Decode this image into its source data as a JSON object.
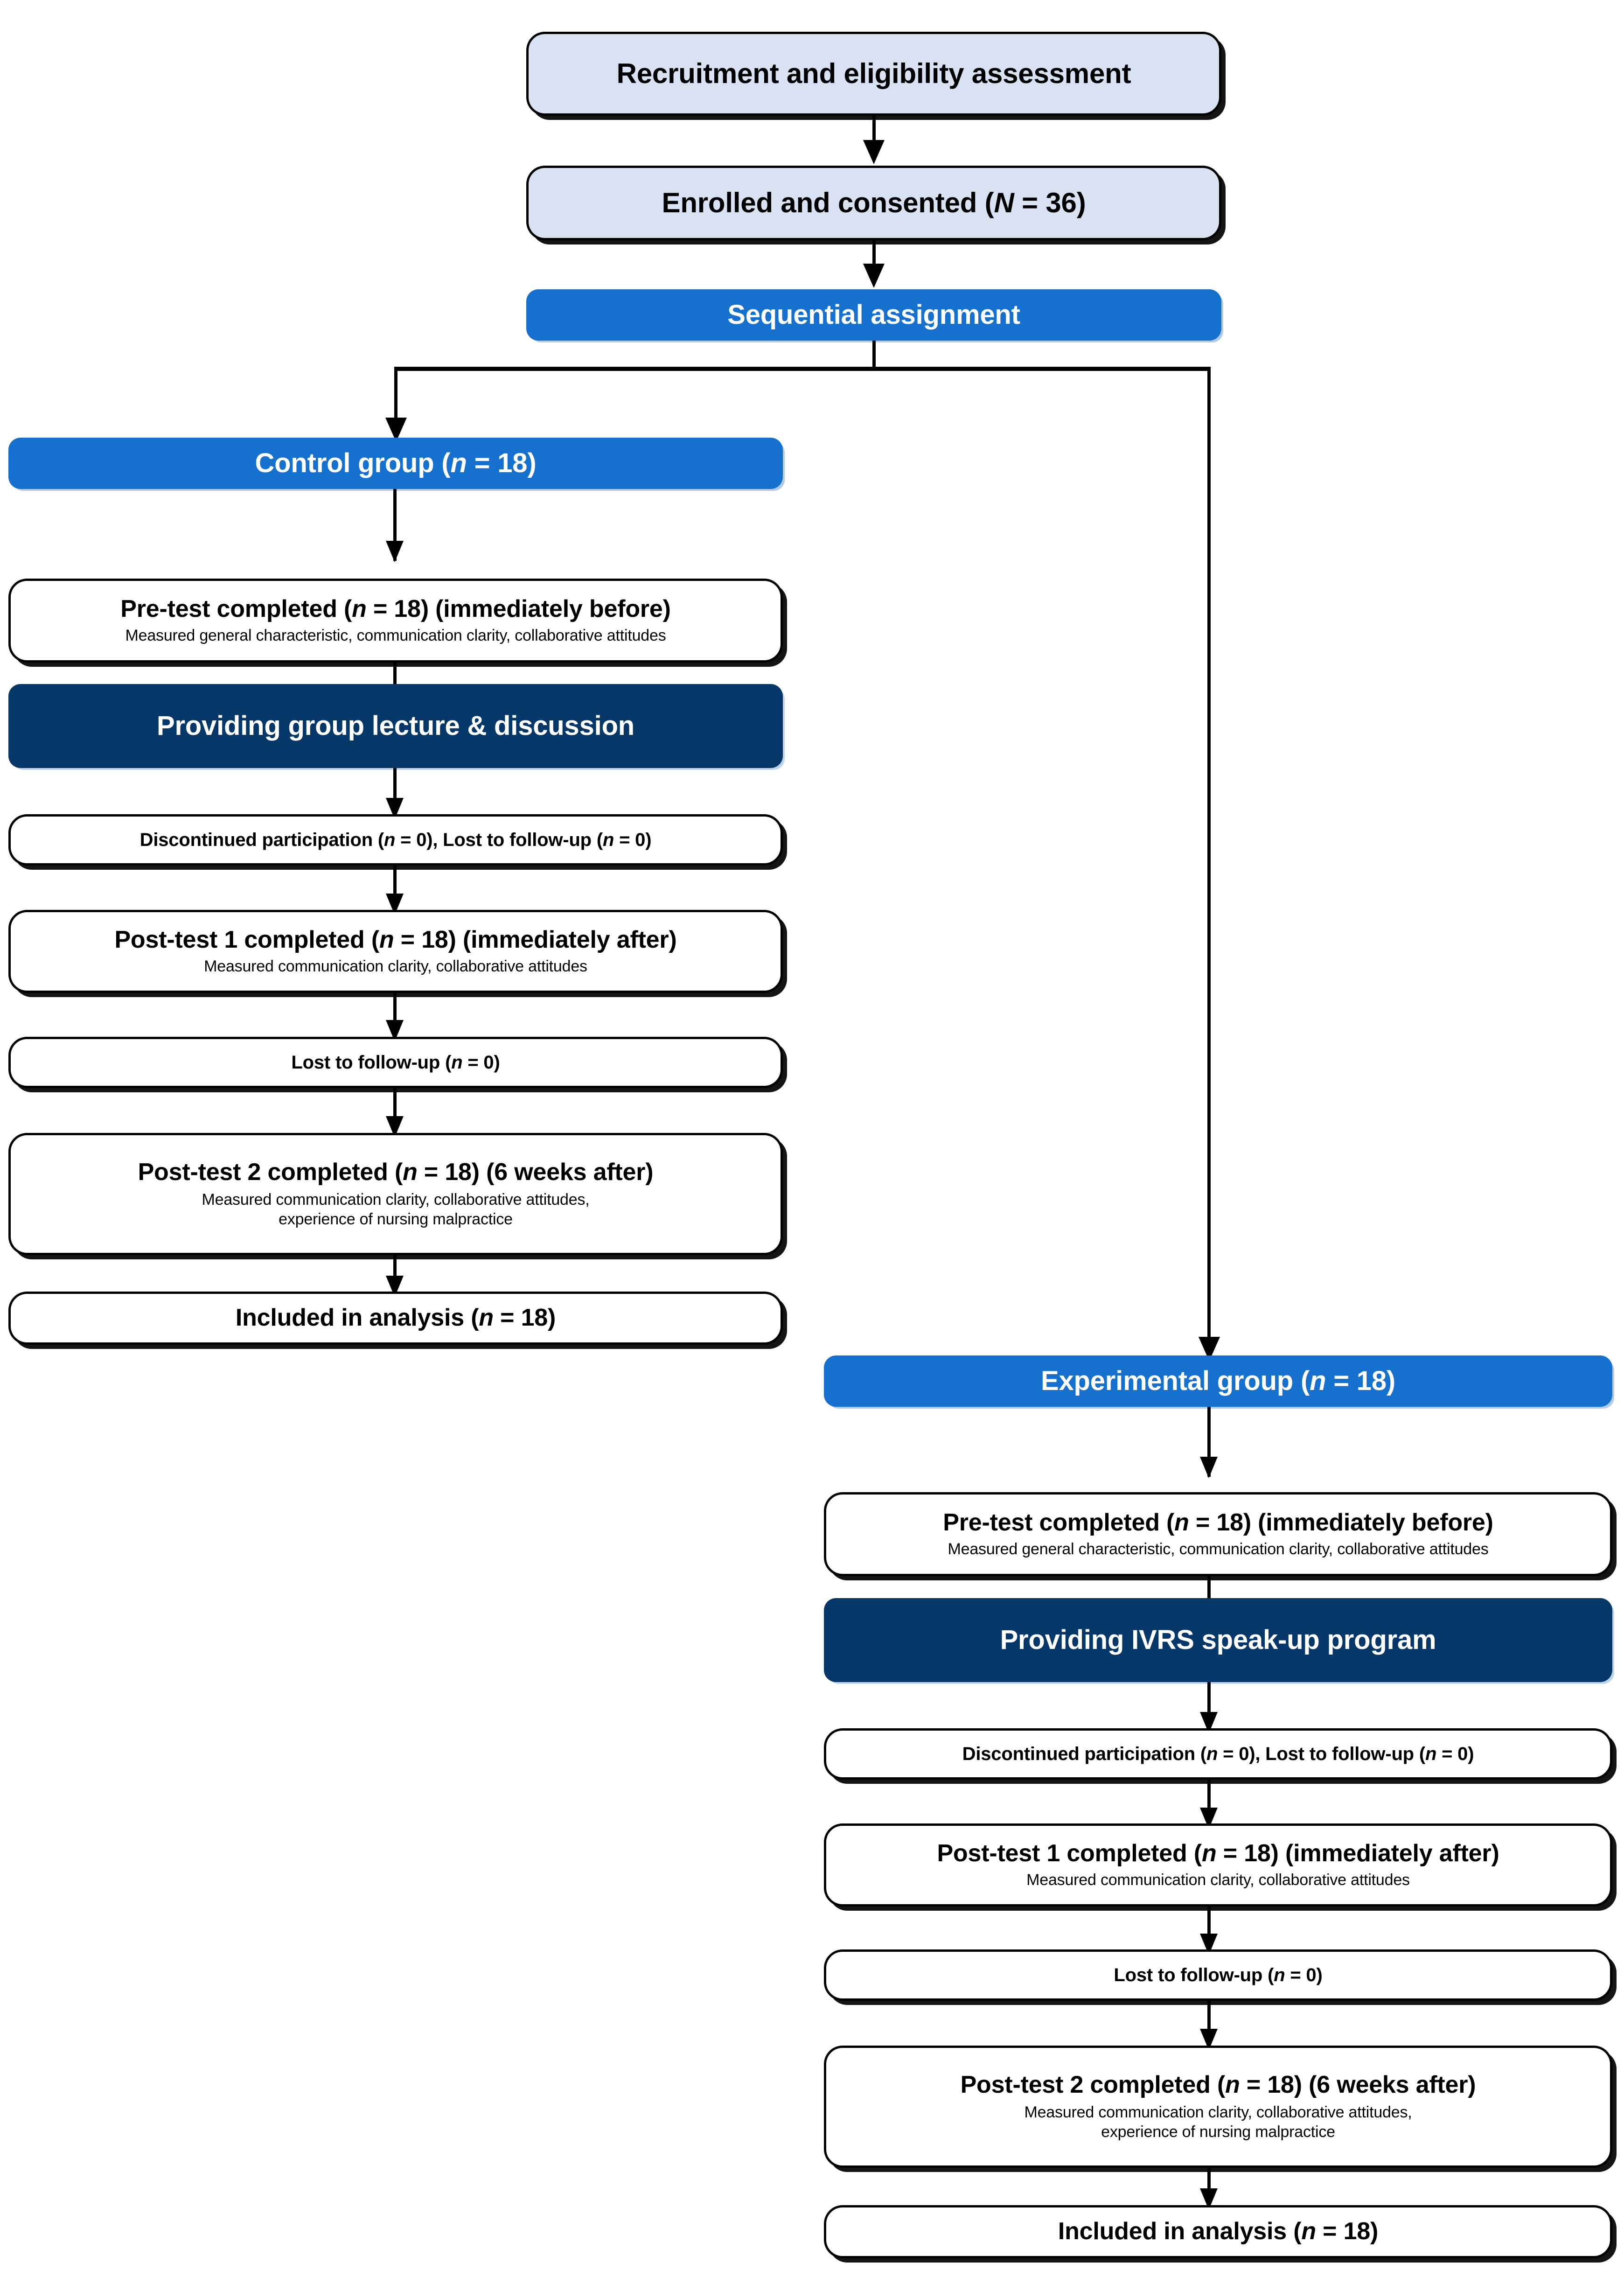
{
  "diagram": {
    "type": "consort-flow-diagram",
    "colors": {
      "light_blue": "#D9E2F3",
      "blue": "#1670CD",
      "navy": "#053768",
      "white": "#FFFFFF",
      "line": "#000000"
    }
  },
  "top": {
    "recruitment": {
      "title": "Recruitment and eligibility assessment"
    },
    "enrolled": {
      "title_before": "Enrolled and consented (",
      "title_italic": "N",
      "title_after": " = 36)"
    },
    "assignment": {
      "title": "Sequential assignment"
    }
  },
  "control": {
    "header": {
      "before": "Control group (",
      "italic": "n",
      "after": " = 18)"
    },
    "pretest": {
      "before": "Pre-test completed (",
      "italic": "n",
      "after": " = 18) (immediately before)",
      "sub": "Measured general characteristic, communication clarity, collaborative attitudes"
    },
    "intervention": {
      "title": "Providing group lecture & discussion"
    },
    "discontinued": {
      "p1": "Discontinued participation (",
      "i1": "n",
      "p2": " = 0), Lost to follow-up (",
      "i2": "n",
      "p3": " = 0)"
    },
    "posttest1": {
      "before": "Post-test 1 completed (",
      "italic": "n",
      "after": " = 18)  (immediately after)",
      "sub": "Measured communication clarity, collaborative attitudes"
    },
    "lost": {
      "before": "Lost to follow-up (",
      "italic": "n",
      "after": " = 0)"
    },
    "posttest2": {
      "before": "Post-test 2 completed (",
      "italic": "n",
      "after": " = 18) (6 weeks after)",
      "sub_line1": "Measured communication clarity, collaborative attitudes,",
      "sub_line2": "experience of nursing malpractice"
    },
    "analysis": {
      "before": "Included in analysis (",
      "italic": "n",
      "after": " = 18)"
    }
  },
  "experimental": {
    "header": {
      "before": "Experimental  group (",
      "italic": "n",
      "after": " = 18)"
    },
    "pretest": {
      "before": "Pre-test completed (",
      "italic": "n",
      "after": " = 18) (immediately before)",
      "sub": "Measured general characteristic, communication clarity, collaborative attitudes"
    },
    "intervention": {
      "title": "Providing IVRS speak-up program"
    },
    "discontinued": {
      "p1": "Discontinued participation (",
      "i1": "n",
      "p2": " = 0), Lost to follow-up (",
      "i2": "n",
      "p3": " = 0)"
    },
    "posttest1": {
      "before": "Post-test 1 completed (",
      "italic": "n",
      "after": " = 18)  (immediately after)",
      "sub": "Measured communication clarity, collaborative attitudes"
    },
    "lost": {
      "before": "Lost to follow-up (",
      "italic": "n",
      "after": " = 0)"
    },
    "posttest2": {
      "before": "Post-test 2 completed (",
      "italic": "n",
      "after": " = 18) (6 weeks after)",
      "sub_line1": "Measured communication clarity, collaborative attitudes,",
      "sub_line2": "experience of nursing malpractice"
    },
    "analysis": {
      "before": "Included in analysis (",
      "italic": "n",
      "after": " = 18)"
    }
  }
}
